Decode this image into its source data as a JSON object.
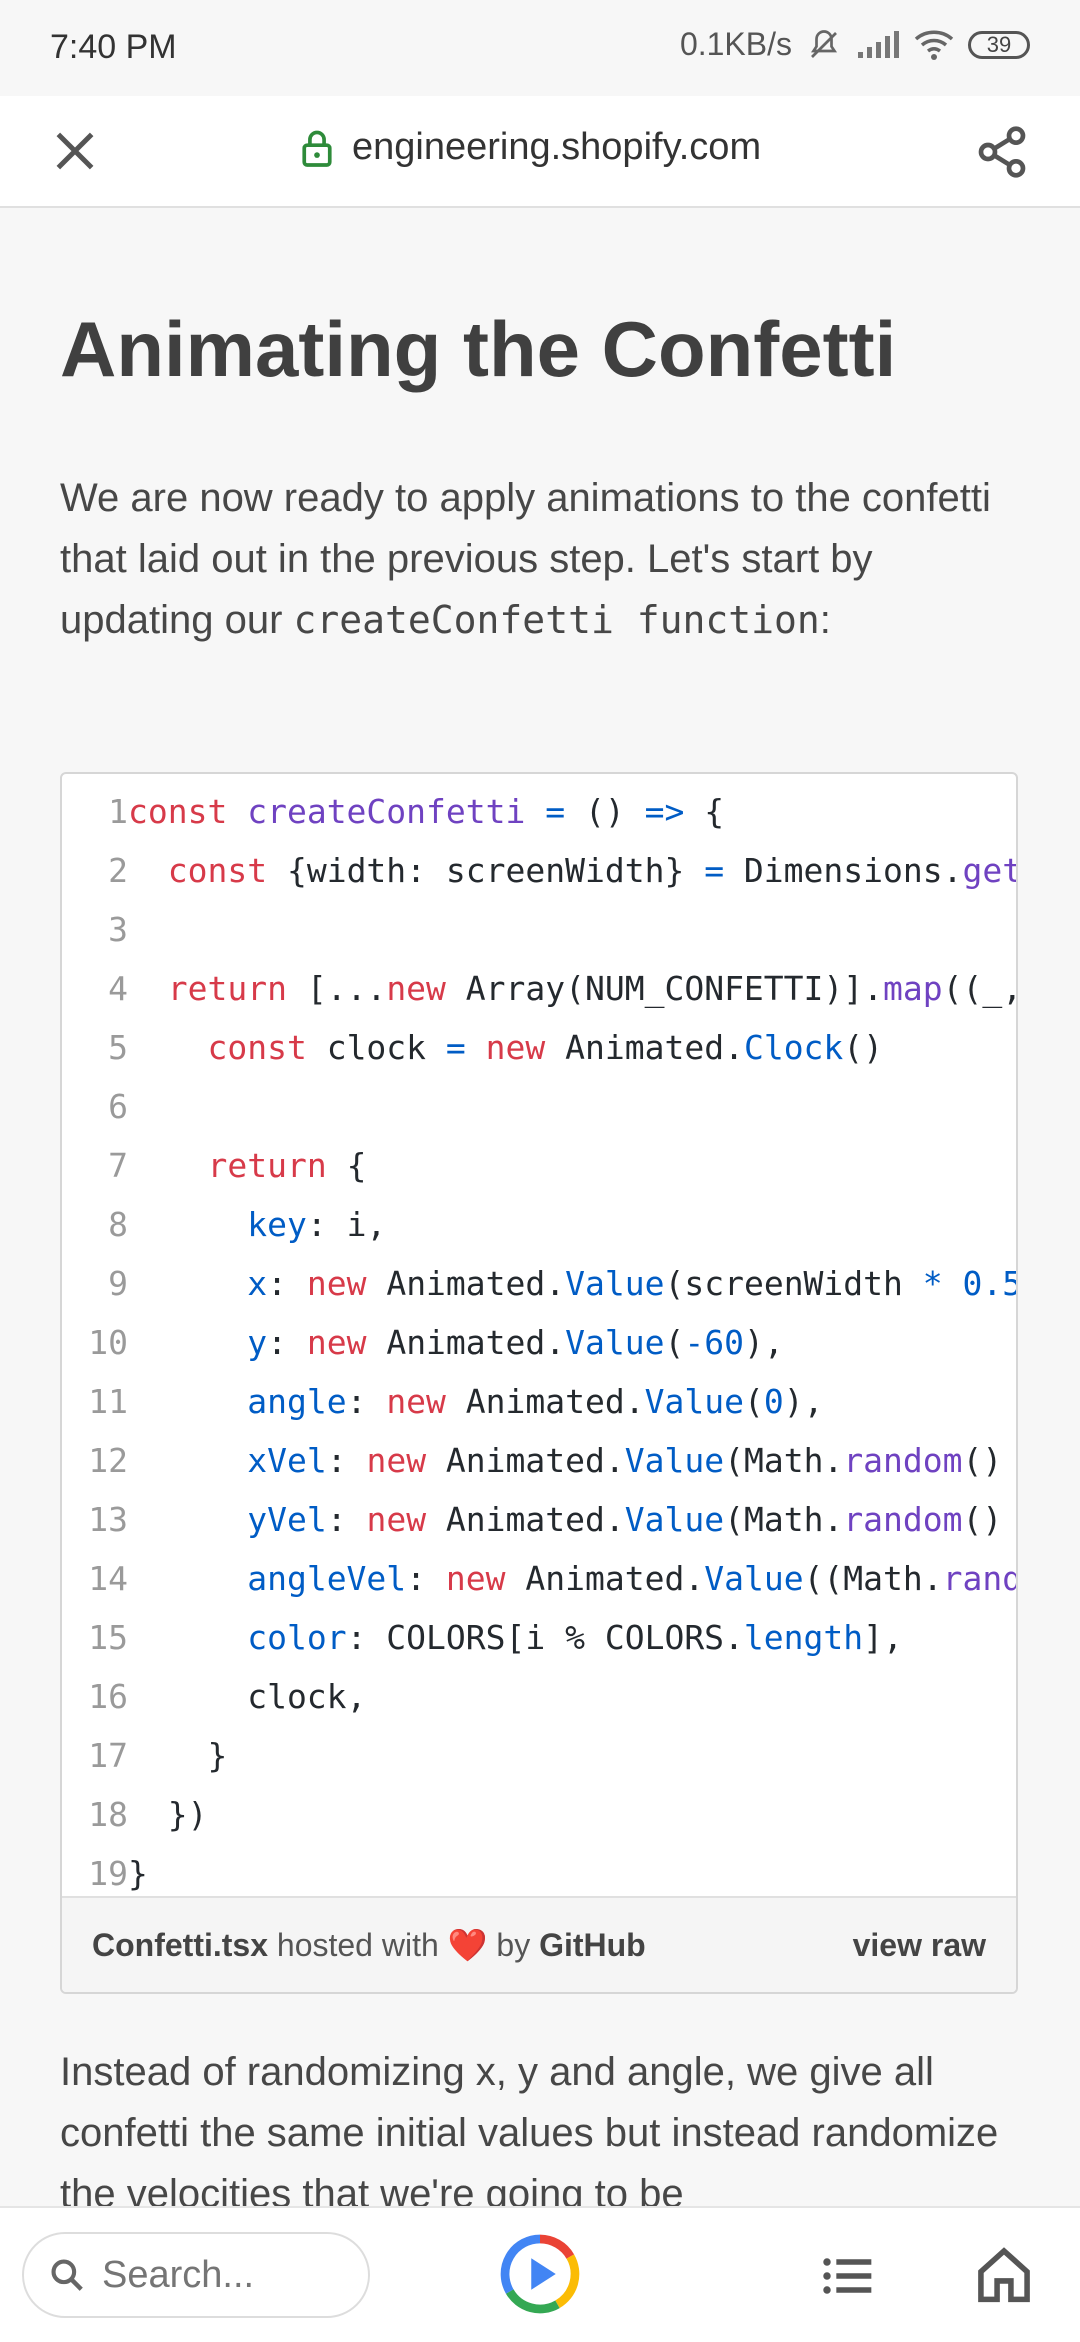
{
  "status_bar": {
    "time": "7:40 PM",
    "speed": "0.1KB/s",
    "battery": "39"
  },
  "browser": {
    "url": "engineering.shopify.com"
  },
  "article": {
    "title": "Animating the Confetti",
    "intro_text": "We are now ready to apply animations to the confetti that laid out in the previous step. Let's start by updating our",
    "intro_code": "createConfetti function",
    "intro_tail": ":",
    "after_text": "Instead of randomizing x, y and angle, we give all confetti the same initial values but instead randomize the velocities that we're going to be"
  },
  "gist": {
    "filename": "Confetti.tsx",
    "hosted_with": "hosted with",
    "by": "by",
    "host": "GitHub",
    "view_raw": "view raw",
    "lines": [
      "const createConfetti = () => {",
      "  const {width: screenWidth} = Dimensions.get",
      "",
      "  return [...new Array(NUM_CONFETTI)].map((_,",
      "    const clock = new Animated.Clock()",
      "",
      "    return {",
      "      key: i,",
      "      x: new Animated.Value(screenWidth * 0.5",
      "      y: new Animated.Value(-60),",
      "      angle: new Animated.Value(0),",
      "      xVel: new Animated.Value(Math.random()",
      "      yVel: new Animated.Value(Math.random()",
      "      angleVel: new Animated.Value((Math.rand",
      "      color: COLORS[i % COLORS.length],",
      "      clock,",
      "    }",
      "  })",
      "}"
    ]
  },
  "bottom_bar": {
    "search_placeholder": "Search..."
  },
  "icons": {
    "close": "close-icon",
    "lock": "lock-icon",
    "share": "share-icon",
    "search": "search-icon",
    "logo": "play-logo-icon",
    "list": "list-icon",
    "home": "home-icon"
  }
}
